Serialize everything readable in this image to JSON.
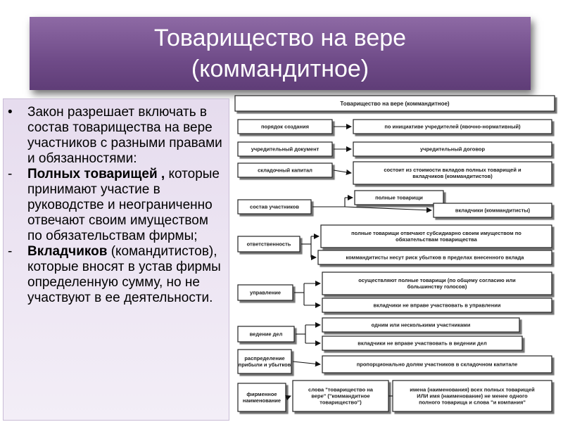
{
  "title": {
    "line1": "Товарищество на вере",
    "line2": "(коммандитное)"
  },
  "left_panel": {
    "bullet_marker": "•",
    "dash_marker": "-",
    "intro": "Закон разрешает включать в состав товарищества на вере участников с разными правами и обязанностями:",
    "full_partners_bold": "Полных товарищей ,",
    "full_partners_rest": "которые принимают участие в руководстве и неограниченно отвечают своим имуществом по обязательствам фирмы;",
    "investors_bold": "Вкладчиков",
    "investors_rest": "(командитистов), которые вносят в устав фирмы определенную сумму, но не участвуют в ее деятельности."
  },
  "diagram": {
    "header": "Товарищество на вере (коммандитное)",
    "rows": [
      {
        "label": [
          "порядок создания"
        ],
        "values": [
          [
            "по инициативе учредителей (явочно-нормативный)"
          ]
        ]
      },
      {
        "label": [
          "учредительный документ"
        ],
        "values": [
          [
            "учредительный договор"
          ]
        ]
      },
      {
        "label": [
          "складочный капитал"
        ],
        "values": [
          [
            "состоит из стоимости вкладов полных товарищей и",
            "вкладчиков (коммандитистов)"
          ]
        ]
      },
      {
        "label": [
          "состав участников"
        ],
        "values": [
          [
            "полные товарищи"
          ],
          [
            "вкладчики (коммандитисты)"
          ]
        ]
      },
      {
        "label": [
          "ответственность"
        ],
        "values": [
          [
            "полные товарищи отвечают субсидиарно своим имуществом по",
            "обязательствам товарищества"
          ],
          [
            "коммандитисты несут риск убытков в пределах внесенного вклада"
          ]
        ]
      },
      {
        "label": [
          "управление"
        ],
        "values": [
          [
            "осуществляют полные товарищи (по общему согласию или",
            "большинству голосов)"
          ],
          [
            "вкладчики  не вправе участвовать в управлении"
          ]
        ]
      },
      {
        "label": [
          "ведение дел"
        ],
        "values": [
          [
            "одним или несколькими участниками"
          ],
          [
            "вкладчики не вправе участвовать в ведении дел"
          ]
        ]
      },
      {
        "label": [
          "распределение",
          "прибыли и убытков"
        ],
        "values": [
          [
            "пропорционально долям участников в складочном капитале"
          ]
        ]
      },
      {
        "label": [
          "фирменное",
          "наименование"
        ],
        "values": [
          [
            "слова \"товарищество на",
            "вере\" (\"коммандитное",
            "товарищество\")"
          ],
          [
            "имена (наименования) всех полных товарищей",
            "ИЛИ имя (наименование) не  менее одного",
            "полного товарища и слова \"и компания\""
          ]
        ]
      }
    ]
  }
}
